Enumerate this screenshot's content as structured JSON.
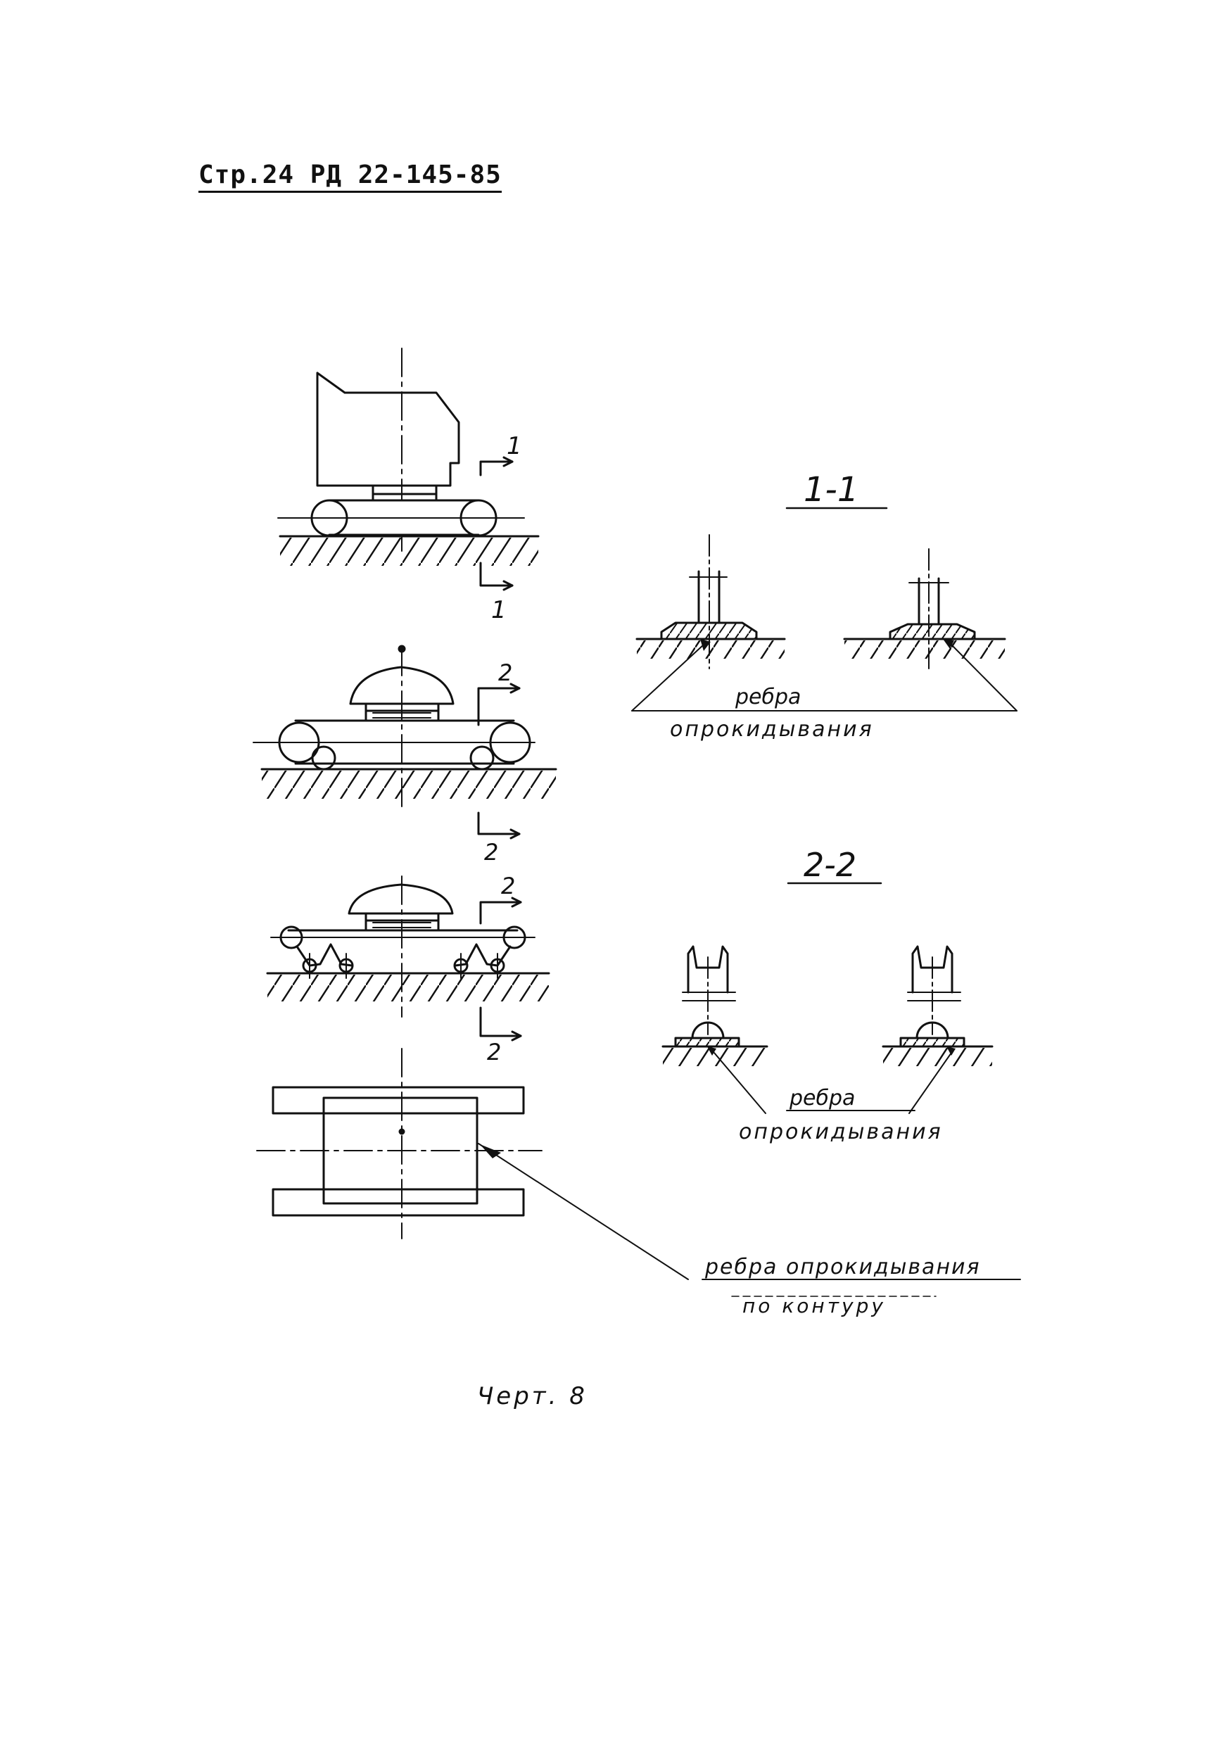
{
  "header": {
    "page_ref": "Стр.24 РД 22-145-85"
  },
  "sections": {
    "s1_top": "1",
    "s1_bottom": "1",
    "s2a_top": "2",
    "s2a_bottom": "2",
    "s2b_top": "2",
    "s2b_bottom": "2",
    "title_1_1": "1-1",
    "title_2_2": "2-2"
  },
  "labels": {
    "tip_edges_1_line1": "ребра",
    "tip_edges_1_line2": "опрокидывания",
    "tip_edges_2_line1": "ребра",
    "tip_edges_2_line2": "опрокидывания",
    "tip_edges_contour_line1": "ребра опрокидывания",
    "tip_edges_contour_line2": "по контуру"
  },
  "caption": "Черт. 8"
}
